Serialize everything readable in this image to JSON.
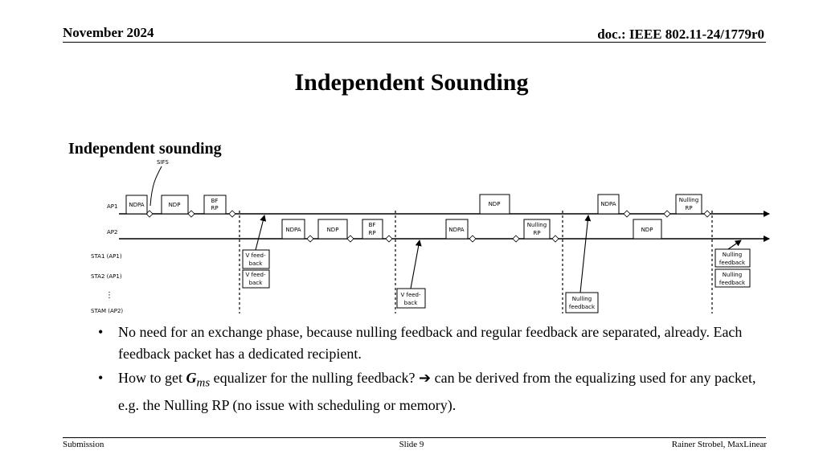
{
  "header": {
    "date": "November 2024",
    "doc": "doc.: IEEE 802.11-24/1779r0"
  },
  "title": "Independent Sounding",
  "subheading": "Independent sounding",
  "diagram": {
    "sifs_label": "SIFS",
    "rows": [
      "AP1",
      "AP2",
      "STA1 (AP1)",
      "STA2 (AP1)",
      "STAM (AP2)"
    ],
    "ellipsis": "⋮",
    "frames": {
      "ndpa": "NDPA",
      "ndp": "NDP",
      "bfrp_1": "BF",
      "bfrp_2": "RP",
      "nrp_1": "Nulling",
      "nrp_2": "RP",
      "vfb_1": "V feed-",
      "vfb_2": "back",
      "nfb_1": "Nulling",
      "nfb_2": "feedback"
    }
  },
  "bullets": [
    {
      "text": "No need for an exchange phase, because nulling feedback and regular feedback are separated, already. Each feedback packet has a dedicated recipient."
    },
    {
      "pre": "How to get ",
      "symbol_main": "G",
      "symbol_sub": "ms",
      "mid": " equalizer for the nulling feedback? ",
      "arrow": "➔",
      "post": " can be derived from the equalizing used for any packet, e.g. the Nulling RP (no issue with scheduling or memory)."
    }
  ],
  "footer": {
    "left": "Submission",
    "center": "Slide 9",
    "right": "Rainer Strobel, MaxLinear"
  }
}
